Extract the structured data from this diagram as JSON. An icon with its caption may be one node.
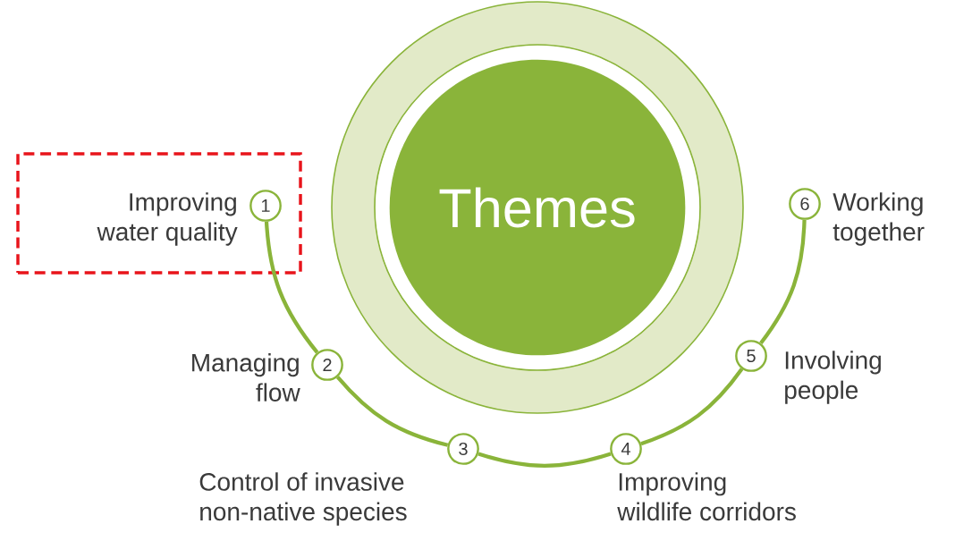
{
  "diagram": {
    "nodes": [
      {
        "text": [
          "Themes"
        ]
      },
      {
        "text": [],
        "shape": "box"
      },
      {
        "text": [
          "1"
        ],
        "beside": [
          "Improving water quality"
        ],
        "in": 1
      },
      {
        "text": [
          "2"
        ],
        "beside": [
          "Managing flow"
        ]
      },
      {
        "text": [
          "3"
        ],
        "beside": [
          "Control of invasive non-native species"
        ]
      },
      {
        "text": [
          "4"
        ],
        "beside": [
          "Improving wildlife corridors"
        ]
      },
      {
        "text": [
          "5"
        ],
        "beside": [
          "Involving people"
        ]
      },
      {
        "text": [
          "6"
        ],
        "beside": [
          "Working together"
        ]
      }
    ],
    "edges": [
      {
        "from": 2,
        "to": 3,
        "arrow": "none"
      },
      {
        "from": 3,
        "to": 4,
        "arrow": "none"
      },
      {
        "from": 4,
        "to": 5,
        "arrow": "none"
      },
      {
        "from": 5,
        "to": 6,
        "arrow": "none"
      },
      {
        "from": 6,
        "to": 7,
        "arrow": "none"
      }
    ]
  }
}
